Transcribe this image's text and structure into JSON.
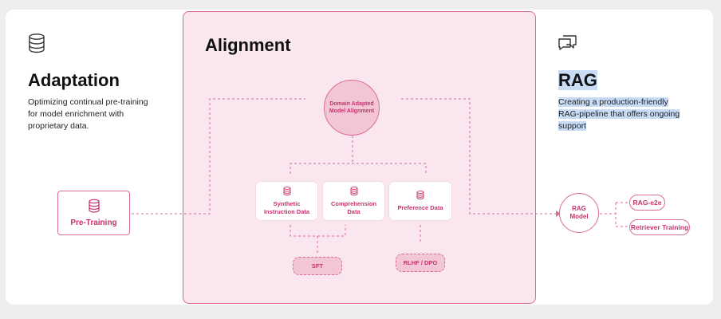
{
  "adaptation": {
    "title": "Adaptation",
    "description": [
      "Optimizing continual pre-training",
      "for model enrichment with",
      "proprietary data."
    ],
    "icon": "database-icon",
    "pretraining_label": "Pre-Training"
  },
  "alignment": {
    "title": "Alignment",
    "center_node": [
      "Domain Adapted",
      "Model Alignment"
    ],
    "data_nodes": [
      {
        "lines": [
          "Synthetic",
          "Instruction Data"
        ],
        "icon": "database-icon"
      },
      {
        "lines": [
          "Comprehension",
          "Data"
        ],
        "icon": "database-icon"
      },
      {
        "lines": [
          "Preference Data"
        ],
        "icon": "database-icon"
      }
    ],
    "methods": [
      "SFT",
      "RLHF / DPO"
    ]
  },
  "rag": {
    "title": "RAG",
    "description": [
      "Creating a production-friendly",
      "RAG-pipeline that offers ongoing",
      "support"
    ],
    "icon": "chat-icon",
    "model_node": [
      "RAG",
      "Model"
    ],
    "outputs": [
      "RAG-e2e",
      "Retriever Training"
    ]
  },
  "colors": {
    "accent": "#c8336f",
    "accent_border": "#d86c96",
    "alignment_bg": "#f9e6ee",
    "highlight": "#c8dcf5"
  }
}
